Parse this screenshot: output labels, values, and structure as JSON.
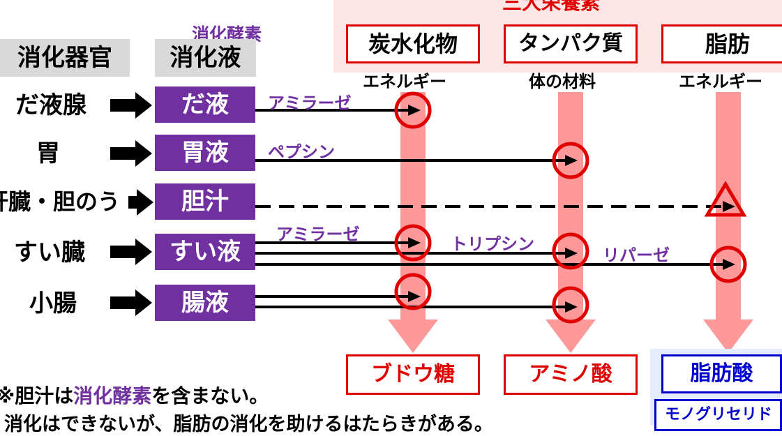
{
  "nutrients_title": "三大栄養素",
  "header": {
    "organ": "消化器官",
    "enzyme_label": "消化酵素",
    "juice": "消化液"
  },
  "nutrients": [
    {
      "name": "炭水化物",
      "role": "エネルギー"
    },
    {
      "name": "タンパク質",
      "role": "体の材料"
    },
    {
      "name": "脂肪",
      "role": "エネルギー"
    }
  ],
  "rows": [
    {
      "organ": "だ液腺",
      "juice": "だ液"
    },
    {
      "organ": "胃",
      "juice": "胃液"
    },
    {
      "organ": "肝臓・胆のう",
      "juice": "胆汁"
    },
    {
      "organ": "すい臓",
      "juice": "すい液"
    },
    {
      "organ": "小腸",
      "juice": "腸液"
    }
  ],
  "enzymes": {
    "saliva": "アミラーゼ",
    "gastric": "ペプシン",
    "pancreas_amylase": "アミラーゼ",
    "pancreas_trypsin": "トリプシン",
    "pancreas_lipase": "リパーゼ"
  },
  "products": {
    "carb": "ブドウ糖",
    "protein": "アミノ酸",
    "fat1": "脂肪酸",
    "fat2": "モノグリセリド"
  },
  "notes": {
    "line1_prefix": "※胆汁は",
    "line1_highlight": "消化酵素",
    "line1_suffix": "を含まない。",
    "line2": "消化はできないが、脂肪の消化を助けるはたらきがある。"
  },
  "colors": {
    "purple": "#7030a0",
    "red": "#e00000",
    "pink_band": "#ff9999",
    "blue": "#0000cc"
  }
}
